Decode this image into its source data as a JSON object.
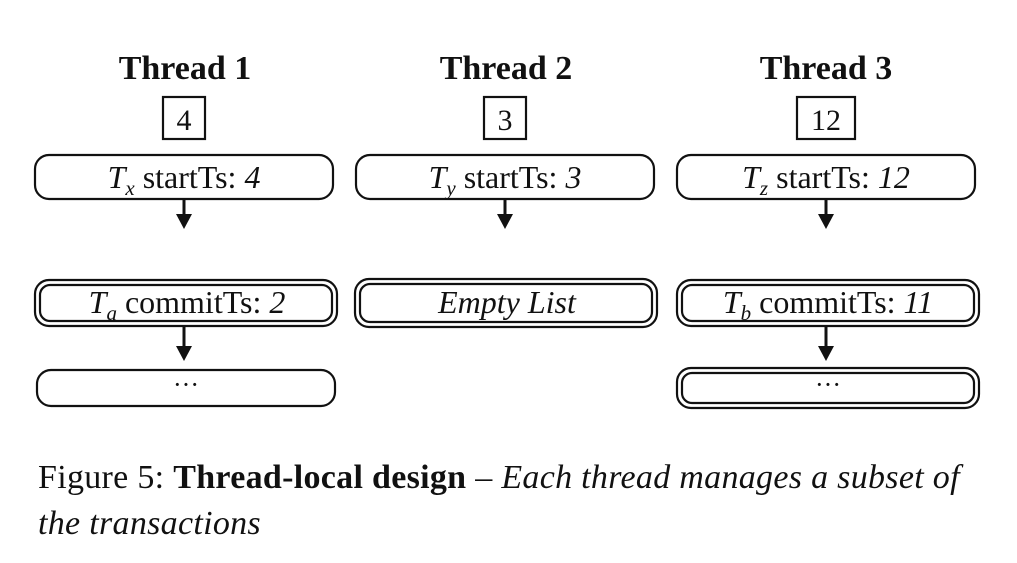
{
  "threads": [
    {
      "title": "Thread 1",
      "counter": "4",
      "start": {
        "name": "T",
        "sub": "x",
        "label": "startTs:",
        "value": "4"
      },
      "list": {
        "name": "T",
        "sub": "a",
        "label": "commitTs:",
        "value": "2"
      },
      "tail": "···",
      "tail_double": false
    },
    {
      "title": "Thread 2",
      "counter": "3",
      "start": {
        "name": "T",
        "sub": "y",
        "label": "startTs:",
        "value": "3"
      },
      "list": {
        "empty_label": "Empty List"
      },
      "tail": null,
      "tail_double": false
    },
    {
      "title": "Thread 3",
      "counter": "12",
      "start": {
        "name": "T",
        "sub": "z",
        "label": "startTs:",
        "value": "12"
      },
      "list": {
        "name": "T",
        "sub": "b",
        "label": "commitTs:",
        "value": "11"
      },
      "tail": "···",
      "tail_double": true
    }
  ],
  "caption": {
    "prefix": "Figure 5:",
    "bold": "Thread-local design",
    "dash": "–",
    "italic": "Each thread manages a subset of the transactions"
  }
}
